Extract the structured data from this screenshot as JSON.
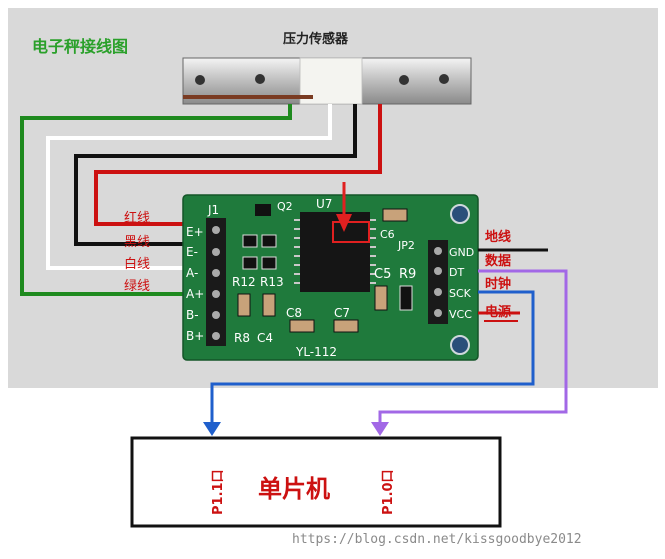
{
  "diagram": {
    "title": "电子秤接线图",
    "sensor_label": "压力传感器",
    "wire_labels": {
      "red": "红线",
      "black": "黑线",
      "white": "白线",
      "green": "绿线"
    },
    "right_labels": {
      "ground": "地线",
      "data": "数据",
      "clock": "时钟",
      "power": "电源"
    },
    "board": {
      "j1": "J1",
      "j1_pins": [
        "E+",
        "E-",
        "A-",
        "A+",
        "B-",
        "B+"
      ],
      "jp2": "JP2",
      "jp2_pins": [
        "GND",
        "DT",
        "SCK",
        "VCC"
      ],
      "components": {
        "q2": "Q2",
        "u7": "U7",
        "c6": "C6",
        "c5": "C5",
        "r9": "R9",
        "r12": "R12",
        "r13": "R13",
        "r8": "R8",
        "c4": "C4",
        "c8": "C8",
        "c7": "C7"
      },
      "model": "YL-112"
    },
    "mcu": {
      "title": "单片机",
      "port_left": "P1.1口",
      "port_right": "P1.0口"
    },
    "watermark": "https://blog.csdn.net/kissgoodbye2012",
    "colors": {
      "title_green": "#2aa02a",
      "wire_red": "#cc1111",
      "wire_black": "#111111",
      "wire_white": "#ffffff",
      "wire_green": "#1e8a1e",
      "pcb_green": "#1f7a3c",
      "arrow_blue": "#1f5fcc",
      "arrow_purple": "#a268e6",
      "backdrop": "#dcdcdc"
    }
  }
}
